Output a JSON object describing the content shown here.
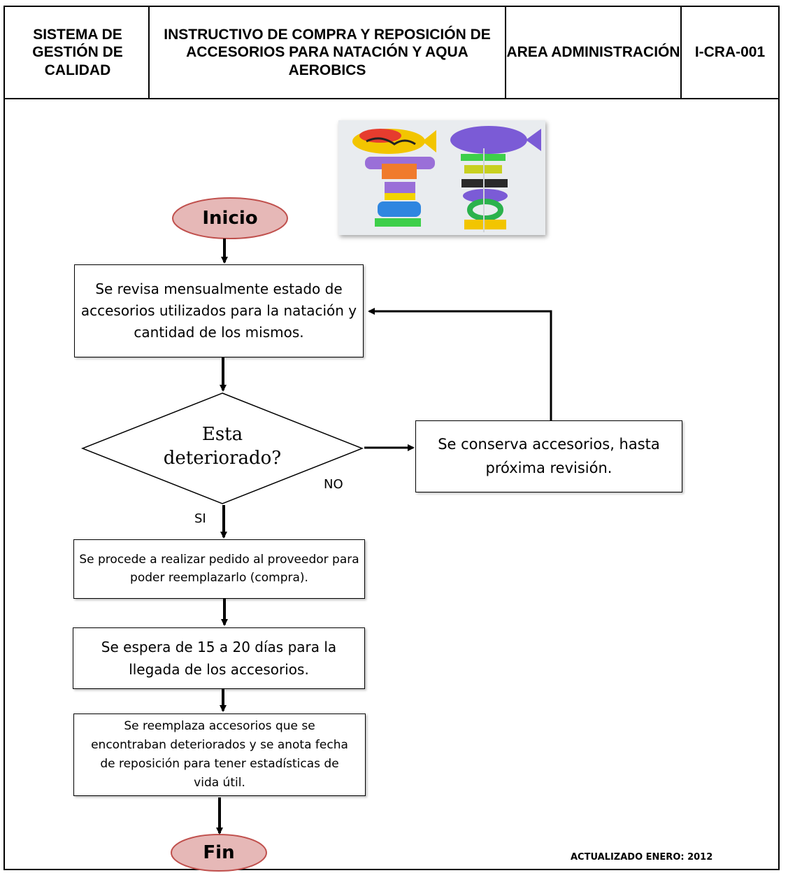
{
  "header": {
    "system": "SISTEMA DE GESTIÓN DE CALIDAD",
    "title": "INSTRUCTIVO DE COMPRA Y REPOSICIÓN  DE ACCESORIOS PARA NATACIÓN Y AQUA AEROBICS",
    "area": "AREA ADMINISTRACIÓN",
    "code": "I-CRA-001"
  },
  "flow": {
    "start": "Inicio",
    "step1": "Se revisa mensualmente estado de accesorios utilizados para la natación y cantidad de los mismos.",
    "decision": "Esta deteriorado?",
    "no_label": "NO",
    "yes_label": "SI",
    "no_action": "Se conserva accesorios, hasta próxima revisión.",
    "step2": "Se procede a realizar pedido al proveedor para poder reemplazarlo (compra).",
    "step3": "Se espera de 15 a 20 días para la llegada de los accesorios.",
    "step4": "Se reemplaza accesorios que se encontraban deteriorados y se anota fecha de reposición para tener estadísticas de vida útil.",
    "end": "Fin"
  },
  "footer": {
    "updated": "ACTUALIZADO ENERO: 2012"
  },
  "colors": {
    "oval_fill": "#e6b8b7",
    "oval_stroke": "#c0504d"
  }
}
